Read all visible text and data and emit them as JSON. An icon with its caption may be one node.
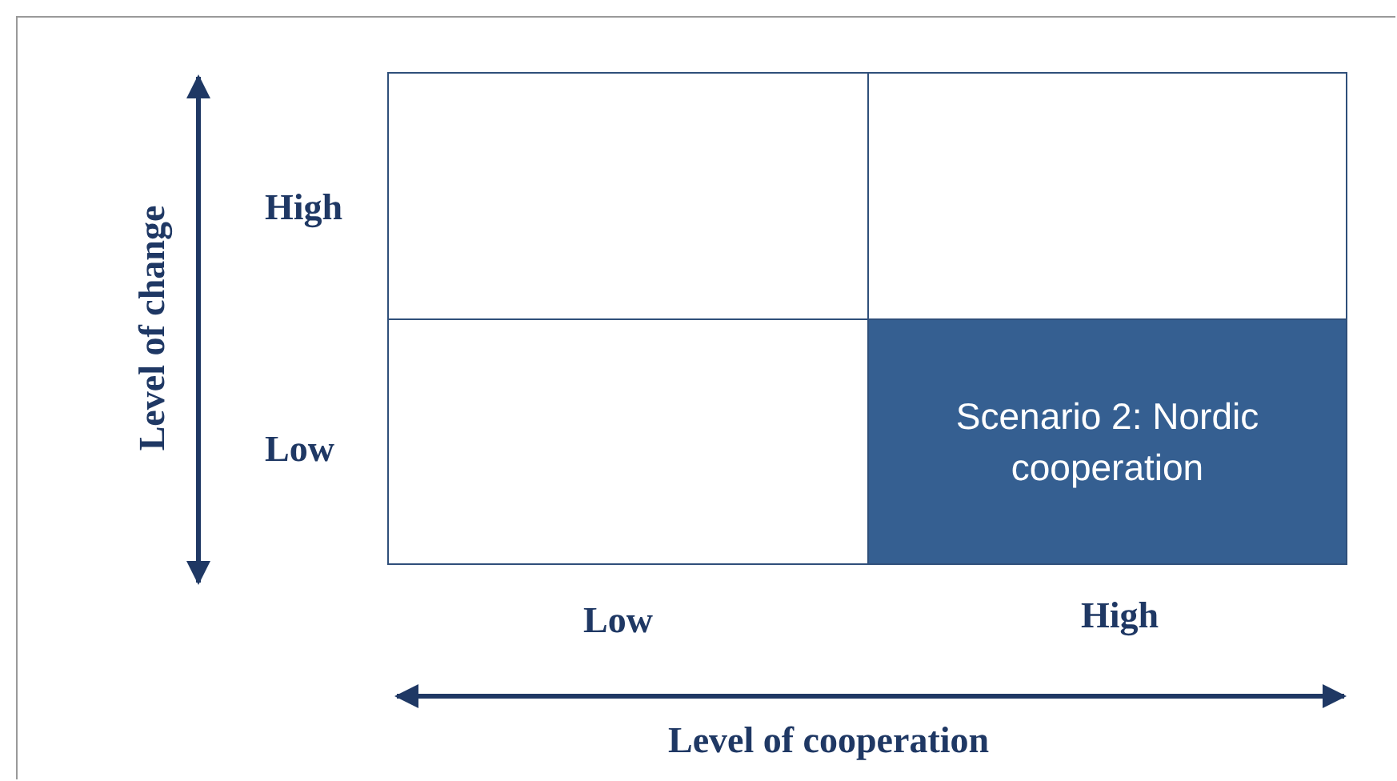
{
  "diagram": {
    "nodes": [
      {
        "text": [],
        "shape": "box"
      },
      {
        "text": [],
        "shape": "box"
      },
      {
        "text": [],
        "shape": "box"
      },
      {
        "text": [
          "Scenario 2: Nordic cooperation"
        ]
      }
    ],
    "labels": [
      "Level of change",
      "High",
      "Low",
      "Low",
      "High",
      "Level of cooperation"
    ]
  }
}
